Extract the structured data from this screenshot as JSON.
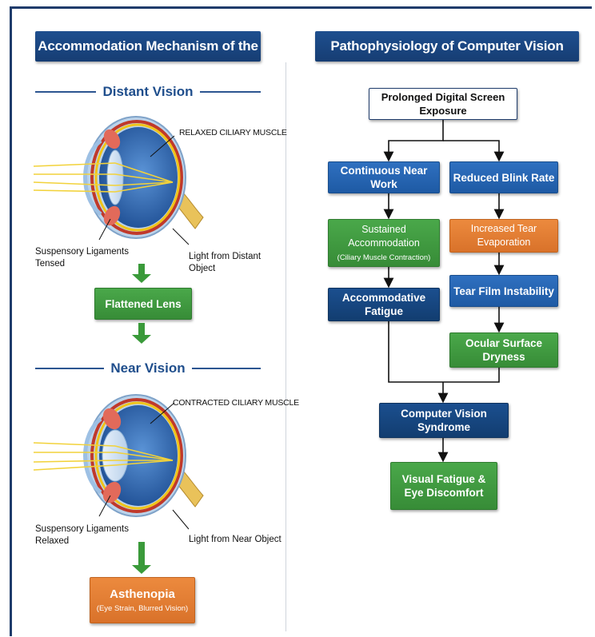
{
  "left_panel": {
    "title": "Accommodation Mechanism of the Eye",
    "distant": {
      "heading": "Distant Vision",
      "muscle_label": "RELAXED CILIARY MUSCLE",
      "ligament_label_line1": "Suspensory Ligaments",
      "ligament_label_line2": "Tensed",
      "light_label_line1": "Light from Distant",
      "light_label_line2": "Object",
      "result_box": "Flattened Lens"
    },
    "near": {
      "heading": "Near Vision",
      "muscle_label": "CONTRACTED CILIARY MUSCLE",
      "ligament_label_line1": "Suspensory Ligaments",
      "ligament_label_line2": "Relaxed",
      "light_label": "Light from Near Object",
      "result_box": "Asthenopia",
      "result_sub": "(Eye Strain, Blurred Vision)"
    }
  },
  "right_panel": {
    "title": "Pathophysiology of Computer Vision Syndrome",
    "nodes": {
      "exposure": "Prolonged Digital Screen Exposure",
      "near_work": "Continuous Near Work",
      "blink": "Reduced Blink Rate",
      "sustained": "Sustained Accommodation",
      "sustained_sub": "(Ciliary Muscle Contraction)",
      "evaporation": "Increased Tear Evaporation",
      "fatigue": "Accommodative Fatigue",
      "instability": "Tear Film Instability",
      "dryness": "Ocular Surface Dryness",
      "cvs": "Computer Vision Syndrome",
      "outcome_line1": "Visual Fatigue &",
      "outcome_line2": "Eye Discomfort"
    }
  },
  "colors": {
    "title_blue": "#1e4f8f",
    "box_blue": "#2f70c0",
    "box_navy": "#1b4f8f",
    "box_green": "#4aa84a",
    "box_orange": "#ec8a3e",
    "light_rays": "#f2d23a"
  }
}
